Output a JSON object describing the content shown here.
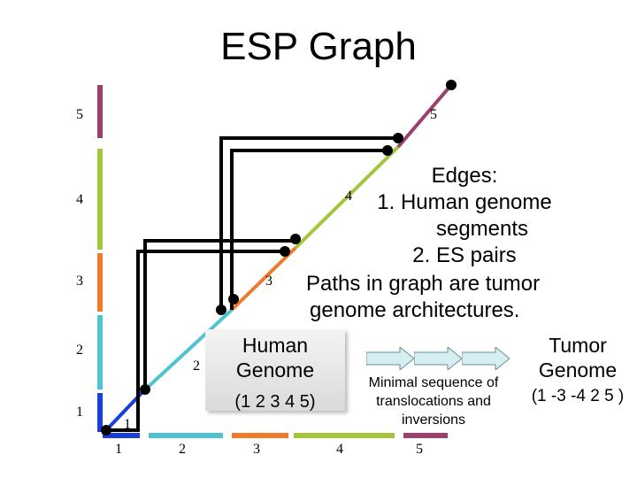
{
  "title": "ESP Graph",
  "axis": {
    "y_labels": [
      "1",
      "2",
      "3",
      "4",
      "5"
    ],
    "x_labels": [
      "1",
      "2",
      "3",
      "4",
      "5"
    ],
    "diag_labels": [
      "1",
      "2",
      "3",
      "4",
      "5"
    ]
  },
  "segment_colors": [
    "#1a3ed8",
    "#4fc3cf",
    "#f07a2a",
    "#a4c43a",
    "#9a3f6e"
  ],
  "edges_text": {
    "line1": "Edges:",
    "line2": "1. Human genome",
    "line3": "segments",
    "line4": "2. ES pairs"
  },
  "paths_text": {
    "line1": "Paths in graph are tumor",
    "line2": "genome architectures."
  },
  "human_genome": {
    "line1": "Human",
    "line2": "Genome",
    "sequence": "(1 2 3 4 5)"
  },
  "minimal_text": {
    "line1": "Minimal sequence of",
    "line2": "translocations and",
    "line3": "inversions"
  },
  "tumor_genome": {
    "line1": "Tumor",
    "line2": "Genome",
    "sequence": "(1 -3 -4 2 5 )"
  },
  "arrow_color": "#d6eef2"
}
